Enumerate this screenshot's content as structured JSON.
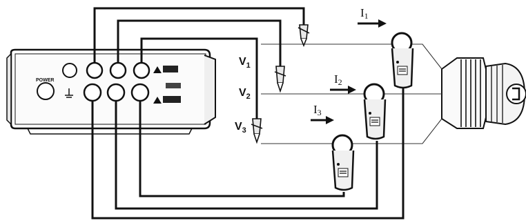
{
  "meter": {
    "power_label": "POWER",
    "ground_symbol": "ground-symbol"
  },
  "voltage_labels": {
    "v1": "V",
    "v1_sub": "1",
    "v2": "V",
    "v2_sub": "2",
    "v3": "V",
    "v3_sub": "3"
  },
  "current_labels": {
    "i1": "I",
    "i1_sub": "1",
    "i2": "I",
    "i2_sub": "2",
    "i3": "I",
    "i3_sub": "3"
  },
  "colors": {
    "line": "#111111",
    "device_fill": "#f2f2f2",
    "background": "#ffffff"
  }
}
